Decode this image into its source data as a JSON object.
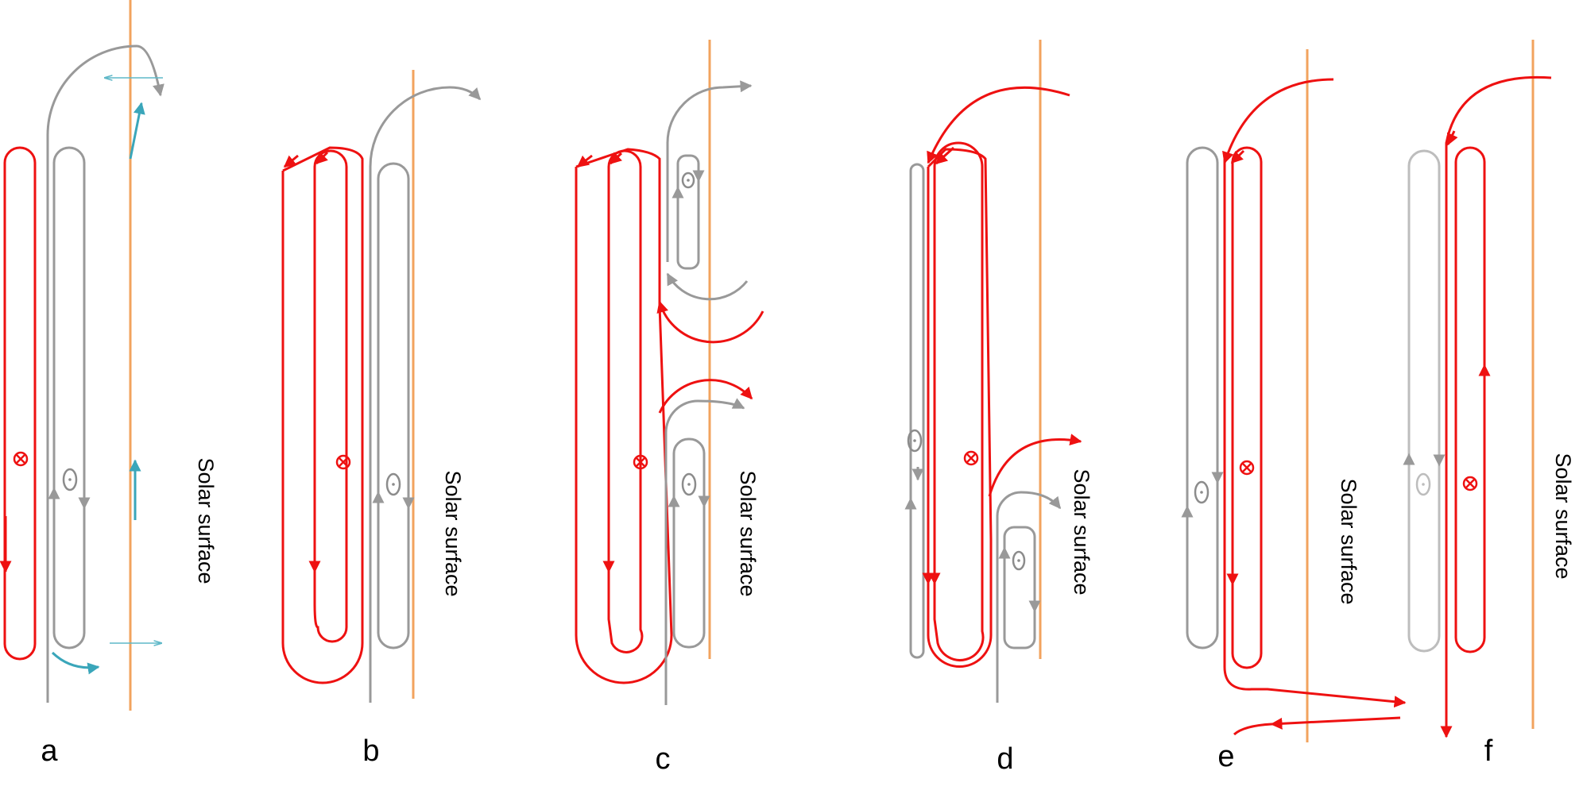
{
  "panels": [
    {
      "label": "a",
      "surface_label": "Solar surface"
    },
    {
      "label": "b",
      "surface_label": "Solar surface"
    },
    {
      "label": "c",
      "surface_label": "Solar surface"
    },
    {
      "label": "d",
      "surface_label": "Solar surface"
    },
    {
      "label": "e",
      "surface_label": "Solar surface"
    },
    {
      "label": "f",
      "surface_label": "Solar surface"
    }
  ],
  "colors": {
    "old_field": "#ee1111",
    "new_field": "#999999",
    "solar_surface": "#f2a35e",
    "flow": "#3aa6ba"
  },
  "symbols": {
    "into_page": "circle-cross",
    "out_of_page": "circle-dot"
  }
}
